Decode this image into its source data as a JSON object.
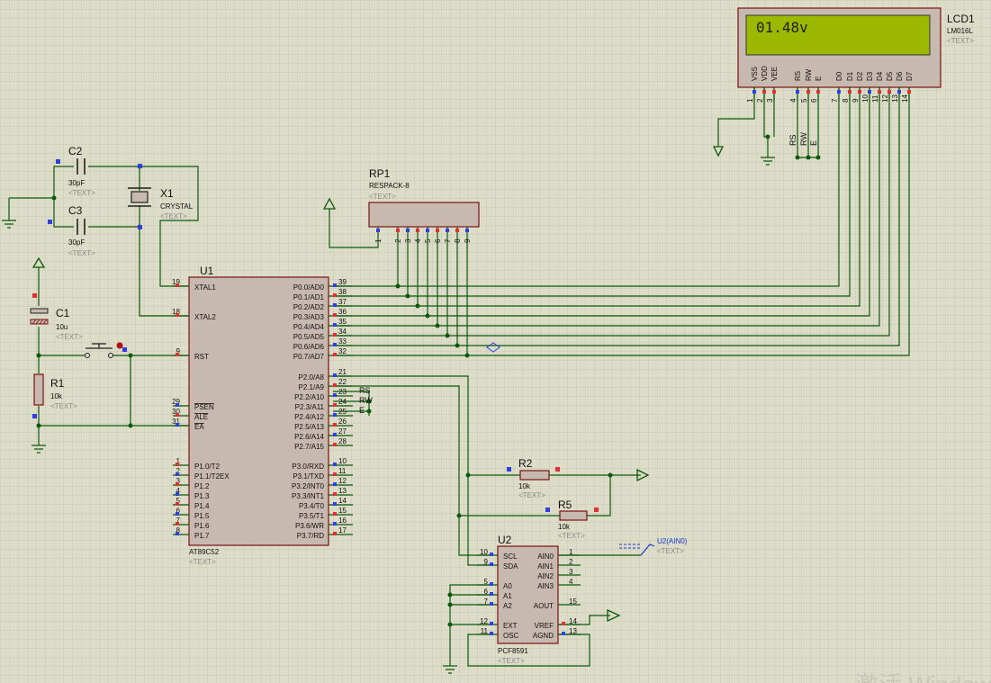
{
  "lcd": {
    "ref": "LCD1",
    "part": "LM016L",
    "text_tag": "<TEXT>",
    "display": "01.48v",
    "pins": [
      "VSS",
      "VDD",
      "VEE",
      "RS",
      "RW",
      "E",
      "D0",
      "D1",
      "D2",
      "D3",
      "D4",
      "D5",
      "D6",
      "D7"
    ],
    "pin_numbers": [
      "1",
      "2",
      "3",
      "4",
      "5",
      "6",
      "7",
      "8",
      "9",
      "10",
      "11",
      "12",
      "13",
      "14"
    ]
  },
  "lcd_net_labels": [
    "RS",
    "RW",
    "E"
  ],
  "rp1": {
    "ref": "RP1",
    "part": "RESPACK-8",
    "text_tag": "<TEXT>",
    "pin_numbers": [
      "1",
      "2",
      "3",
      "4",
      "5",
      "6",
      "7",
      "8",
      "9"
    ]
  },
  "c2": {
    "ref": "C2",
    "value": "30pF",
    "text_tag": "<TEXT>"
  },
  "c3": {
    "ref": "C3",
    "value": "30pF",
    "text_tag": "<TEXT>"
  },
  "x1": {
    "ref": "X1",
    "part": "CRYSTAL",
    "text_tag": "<TEXT>"
  },
  "c1": {
    "ref": "C1",
    "value": "10u",
    "text_tag": "<TEXT>"
  },
  "r1": {
    "ref": "R1",
    "value": "10k",
    "text_tag": "<TEXT>"
  },
  "r2": {
    "ref": "R2",
    "value": "10k",
    "text_tag": "<TEXT>"
  },
  "r5": {
    "ref": "R5",
    "value": "10k",
    "text_tag": "<TEXT>"
  },
  "u1": {
    "ref": "U1",
    "part": "AT89C52",
    "text_tag": "<TEXT>",
    "left_pins": [
      {
        "num": "19",
        "name": "XTAL1"
      },
      {
        "num": "18",
        "name": "XTAL2"
      },
      {
        "num": "9",
        "name": "RST"
      },
      {
        "num": "29",
        "name": "PSEN"
      },
      {
        "num": "30",
        "name": "ALE"
      },
      {
        "num": "31",
        "name": "EA"
      },
      {
        "num": "1",
        "name": "P1.0/T2"
      },
      {
        "num": "2",
        "name": "P1.1/T2EX"
      },
      {
        "num": "3",
        "name": "P1.2"
      },
      {
        "num": "4",
        "name": "P1.3"
      },
      {
        "num": "5",
        "name": "P1.4"
      },
      {
        "num": "6",
        "name": "P1.5"
      },
      {
        "num": "7",
        "name": "P1.6"
      },
      {
        "num": "8",
        "name": "P1.7"
      }
    ],
    "right_pins": [
      {
        "num": "39",
        "name": "P0.0/AD0"
      },
      {
        "num": "38",
        "name": "P0.1/AD1"
      },
      {
        "num": "37",
        "name": "P0.2/AD2"
      },
      {
        "num": "36",
        "name": "P0.3/AD3"
      },
      {
        "num": "35",
        "name": "P0.4/AD4"
      },
      {
        "num": "34",
        "name": "P0.5/AD5"
      },
      {
        "num": "33",
        "name": "P0.6/AD6"
      },
      {
        "num": "32",
        "name": "P0.7/AD7"
      },
      {
        "num": "21",
        "name": "P2.0/A8"
      },
      {
        "num": "22",
        "name": "P2.1/A9"
      },
      {
        "num": "23",
        "name": "P2.2/A10"
      },
      {
        "num": "24",
        "name": "P2.3/A11"
      },
      {
        "num": "25",
        "name": "P2.4/A12"
      },
      {
        "num": "26",
        "name": "P2.5/A13"
      },
      {
        "num": "27",
        "name": "P2.6/A14"
      },
      {
        "num": "28",
        "name": "P2.7/A15"
      },
      {
        "num": "10",
        "name": "P3.0/RXD"
      },
      {
        "num": "11",
        "name": "P3.1/TXD"
      },
      {
        "num": "12",
        "name": "P3.2/INT0"
      },
      {
        "num": "13",
        "name": "P3.3/INT1"
      },
      {
        "num": "14",
        "name": "P3.4/T0"
      },
      {
        "num": "15",
        "name": "P3.5/T1"
      },
      {
        "num": "16",
        "name": "P3.6/WR"
      },
      {
        "num": "17",
        "name": "P3.7/RD"
      }
    ],
    "p2_net_labels": [
      "RS",
      "RW",
      "E"
    ]
  },
  "u2": {
    "ref": "U2",
    "part": "PCF8591",
    "text_tag": "<TEXT>",
    "left_pins": [
      {
        "num": "10",
        "name": "SCL"
      },
      {
        "num": "9",
        "name": "SDA"
      },
      {
        "num": "5",
        "name": "A0"
      },
      {
        "num": "6",
        "name": "A1"
      },
      {
        "num": "7",
        "name": "A2"
      },
      {
        "num": "12",
        "name": "EXT"
      },
      {
        "num": "11",
        "name": "OSC"
      }
    ],
    "right_pins": [
      {
        "num": "1",
        "name": "AIN0"
      },
      {
        "num": "2",
        "name": "AIN1"
      },
      {
        "num": "3",
        "name": "AIN2"
      },
      {
        "num": "4",
        "name": "AIN3"
      },
      {
        "num": "15",
        "name": "AOUT"
      },
      {
        "num": "14",
        "name": "VREF"
      },
      {
        "num": "13",
        "name": "AGND"
      }
    ]
  },
  "probe": {
    "label": "U2(AIN0)",
    "text_tag": "<TEXT>"
  },
  "watermark": "激活 Windows",
  "colors": {
    "background": "#dcdcc8",
    "wire": "#0a5a0a",
    "body": "#c8b9b0",
    "outline": "#7a1010",
    "lcd_screen": "#9cb800",
    "pin_red": "#e03030",
    "pin_blue": "#3040e0"
  }
}
